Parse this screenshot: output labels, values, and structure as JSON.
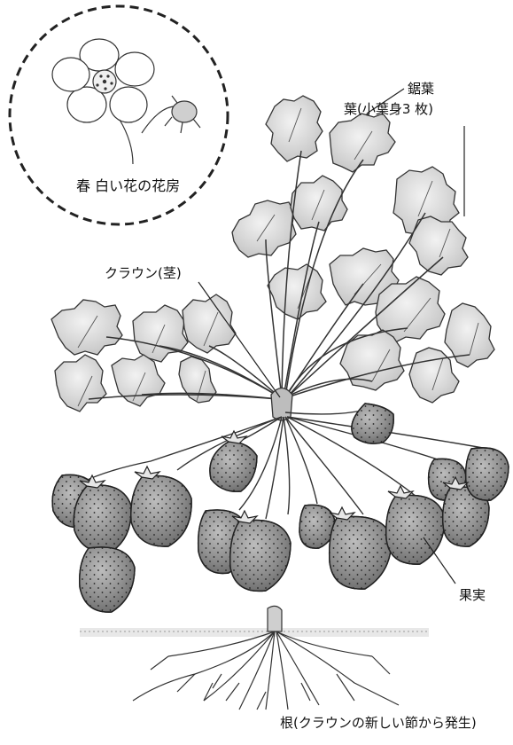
{
  "labels": {
    "serrated_leaf": "鋸葉",
    "leaf": "葉(小葉身3 枚)",
    "flower": "春 白い花の花房",
    "crown": "クラウン(茎)",
    "fruit": "果実",
    "root": "根(クラウンの新しい節から発生)"
  },
  "colors": {
    "ink": "#222222",
    "leaf_fill": "#dcdcdc",
    "leaf_vein": "#444444",
    "berry_fill": "#9a9a9a",
    "soil": "#cfcfcf"
  }
}
